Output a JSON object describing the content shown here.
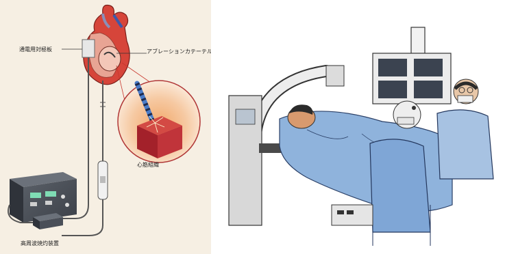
{
  "labels": {
    "dispersive_plate": "通電用対極板",
    "ablation_catheter": "アブレーションカテーテル",
    "myocardial_tissue": "心筋組織",
    "rf_generator": "高周波焼灼装置"
  },
  "colors": {
    "left_background": "#f6efe3",
    "heart_red": "#c8362c",
    "tissue_red": "#b3202a",
    "device_gray": "#4a4f58",
    "drape_blue": "#8fb3dc",
    "staff_blue": "#7fa6d6"
  }
}
